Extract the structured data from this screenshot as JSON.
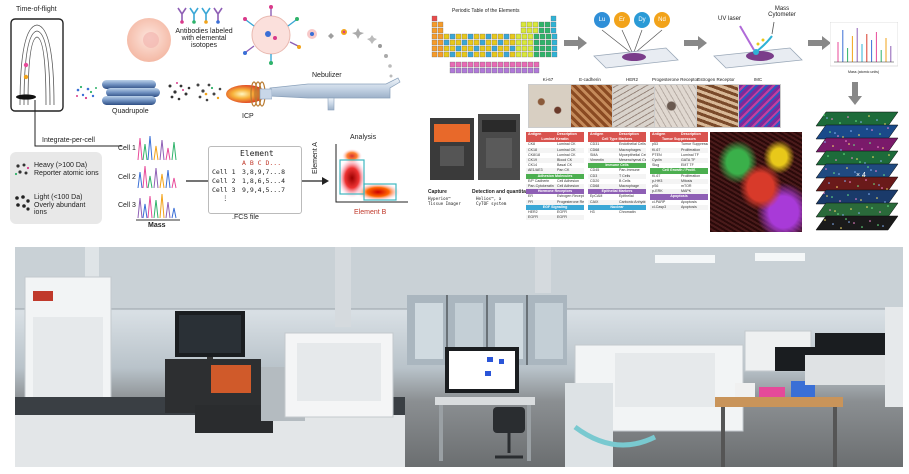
{
  "left_panel": {
    "tof_label": "Time-of-flight",
    "antibodies_label": "Antibodies labeled with elemental isotopes",
    "nebulizer_label": "Nebulizer",
    "quadrupole_label": "Quadrupole",
    "icp_label": "ICP",
    "integrate_label": "Integrate-per-cell",
    "heavy_label": "Heavy (>100 Da) Reporter atomic ions",
    "light_label": "Light (<100 Da) Overly abundant ions",
    "cells": [
      "Cell 1",
      "Cell 2",
      "Cell 3"
    ],
    "mass_label": "Mass",
    "element_header": "Element",
    "element_letters": "A B C D...",
    "fcs_rows": [
      {
        "cell": "Cell 1",
        "values": "3,8,9,7...8"
      },
      {
        "cell": "Cell 2",
        "values": "1,8,6,5...4"
      },
      {
        "cell": "Cell 3",
        "values": "9,9,4,5...7"
      }
    ],
    "fcs_label": ".FCS file",
    "analysis_label": "Analysis",
    "element_a": "Element A",
    "element_b": "Element B"
  },
  "right_panel": {
    "periodic_title": "Periodic Table of the Elements",
    "isotopes": [
      {
        "label": "Lu",
        "color": "#2f8fd8"
      },
      {
        "label": "Er",
        "color": "#f2a31a"
      },
      {
        "label": "Dy",
        "color": "#2a9ad6"
      },
      {
        "label": "Nd",
        "color": "#f2a31a"
      }
    ],
    "uv_laser": "UV laser",
    "mass_cytometer": "Mass Cytometer",
    "stain_labels": [
      "Ki-67",
      "E-cadherin",
      "HER2",
      "Progesterone Receptor",
      "Estrogen Receptor",
      "IMC"
    ],
    "capture_caption": "Capture",
    "capture_sub": "Hyperion™ Tissue Imager",
    "detect_caption": "Detection and quantitation",
    "detect_sub": "Helios™, a CyTOF system",
    "plot_xlabel": "Mass (atomic units)",
    "stack_label": "× 4",
    "table_header": [
      "Antigen",
      "Description"
    ],
    "table_1": {
      "sections": [
        {
          "name": "Luminal Keratin",
          "rows": [
            [
              "CK8",
              "Luminal CK"
            ],
            [
              "CK18",
              "Luminal CK"
            ],
            [
              "CK8/18",
              "Luminal CK"
            ],
            [
              "CK19",
              "Blood CK"
            ],
            [
              "CK14",
              "Basal CK"
            ],
            [
              "AE1/AE3",
              "Pan CK"
            ]
          ]
        },
        {
          "name": "Adhesion Molecules",
          "rows": [
            [
              "E/P Cadherin",
              "Cell Adhesion"
            ],
            [
              "Pan-Cytokeratin",
              "Cell Adhesion"
            ]
          ]
        },
        {
          "name": "Hormone Receptors",
          "rows": [
            [
              "ER",
              "Estrogen Receptor"
            ],
            [
              "PR",
              "Progesterone Receptor"
            ]
          ]
        },
        {
          "name": "EGF Signaling",
          "rows": [
            [
              "HER2",
              "EGFR"
            ],
            [
              "EGFR",
              "EGFR"
            ]
          ]
        }
      ]
    },
    "table_2": {
      "sections": [
        {
          "name": "Cell Type Markers",
          "rows": [
            [
              "CD31",
              "Endothelial Cells"
            ],
            [
              "CD68",
              "Macrophages"
            ],
            [
              "SMA",
              "Myoepithelial Cells"
            ],
            [
              "Vimentin",
              "Mesenchymal Cells"
            ]
          ]
        },
        {
          "name": "Immune Cells",
          "rows": [
            [
              "CD45",
              "Pan-Immune"
            ],
            [
              "CD3",
              "T Cells"
            ],
            [
              "CD20",
              "B Cells"
            ],
            [
              "CD68",
              "Macrophage"
            ]
          ]
        },
        {
          "name": "Epithelial Markers",
          "rows": [
            [
              "EpCAM",
              "Epithelial"
            ],
            [
              "CAIX",
              "Carbonic Anhydrase"
            ]
          ]
        },
        {
          "name": "Nuclear",
          "rows": [
            [
              "H3",
              "Chromatin"
            ]
          ]
        }
      ]
    },
    "table_3": {
      "sections": [
        {
          "name": "Tumor Suppressors",
          "rows": [
            [
              "p53",
              "Tumor Suppressor"
            ],
            [
              "Ki-67",
              "Proliferation"
            ],
            [
              "PTEN",
              "Luminal TF"
            ],
            [
              "Cyclin",
              "GATA TF"
            ],
            [
              "Slug",
              "EMT TF"
            ]
          ]
        },
        {
          "name": "Cell Growth / Prolif.",
          "rows": [
            [
              "Ki-67",
              "Proliferation"
            ],
            [
              "p-HH3",
              "Mitosis"
            ],
            [
              "pS6",
              "mTOR"
            ],
            [
              "p-ERK",
              "MAPK"
            ]
          ]
        },
        {
          "name": "Apoptosis",
          "rows": [
            [
              "cl-PARP",
              "Apoptosis"
            ],
            [
              "cl-Casp3",
              "Apoptosis"
            ]
          ]
        }
      ]
    }
  },
  "colors": {
    "teal": "#40b8c0",
    "red_header": "#d9534f",
    "green_header": "#4caf50",
    "purple_header": "#8e5fb5",
    "orange": "#e8692a"
  }
}
